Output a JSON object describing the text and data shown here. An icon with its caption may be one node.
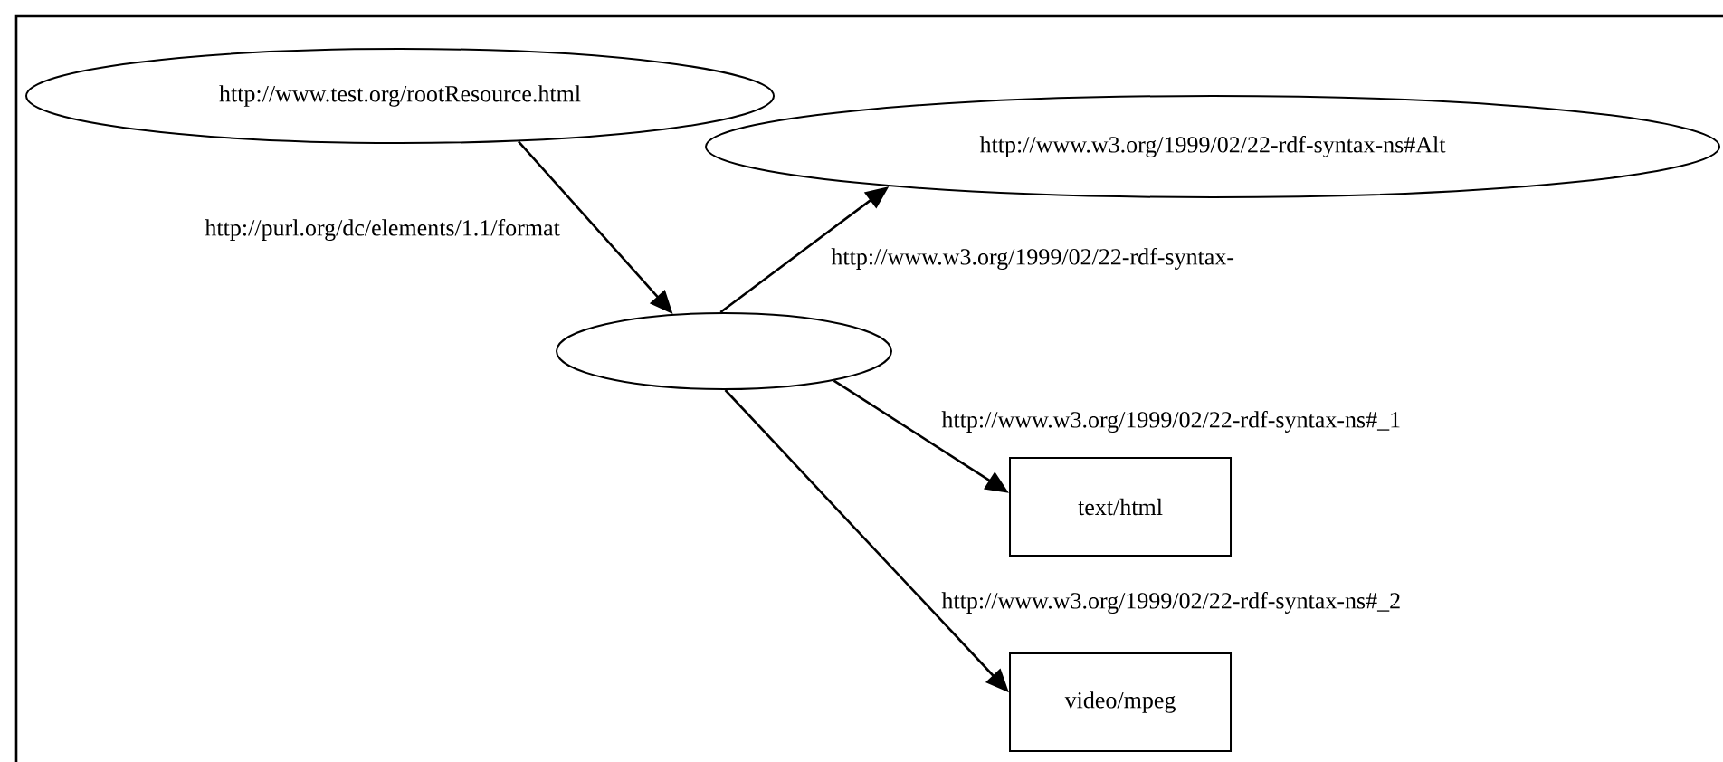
{
  "diagram": {
    "nodes": [
      {
        "text": [
          "http://www.test.org/rootResource.html"
        ]
      },
      {
        "text": [],
        "shape": "ellipse"
      },
      {
        "text": [
          "http://www.w3.org/1999/02/22-rdf-syntax-ns#Alt"
        ]
      },
      {
        "text": [
          "text/html"
        ]
      },
      {
        "text": [
          "video/mpeg"
        ]
      }
    ],
    "edges": [
      {
        "from": 0,
        "to": 1,
        "arrow": "to",
        "label": "http://purl.org/dc/elements/1.1/format"
      },
      {
        "from": 1,
        "to": 2,
        "arrow": "to",
        "label": "http://www.w3.org/1999/02/22-rdf-syntax-"
      },
      {
        "from": 1,
        "to": 3,
        "arrow": "to",
        "label": "http://www.w3.org/1999/02/22-rdf-syntax-ns#_1"
      },
      {
        "from": 1,
        "to": 4,
        "arrow": "to",
        "label": "http://www.w3.org/1999/02/22-rdf-syntax-ns#_2"
      }
    ]
  }
}
